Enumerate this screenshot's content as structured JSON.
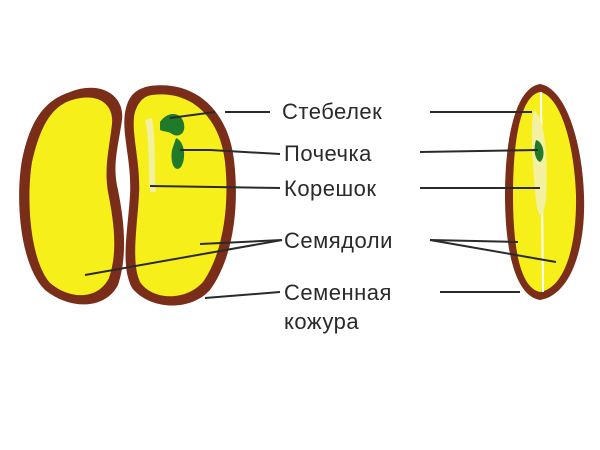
{
  "labels": {
    "stem": "Стебелек",
    "bud": "Почечка",
    "root": "Корешок",
    "cotyledons": "Семядоли",
    "seed_coat_line1": "Семенная",
    "seed_coat_line2": "кожура"
  },
  "colors": {
    "seed_coat": "#7a2e1a",
    "cotyledon": "#f7ef1a",
    "embryo_green": "#1f7a2a",
    "embryo_pale": "#f3f0a0",
    "leader": "#2a2a2a"
  }
}
